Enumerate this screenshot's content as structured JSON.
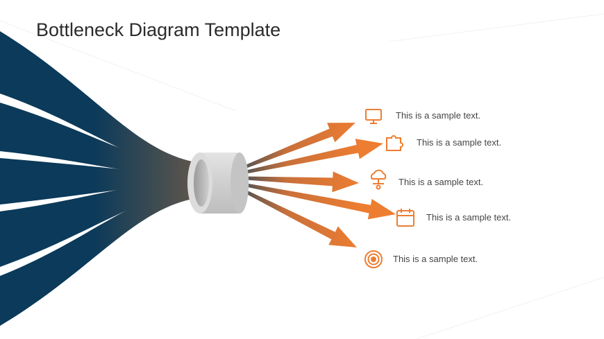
{
  "slide": {
    "title": "Bottleneck Diagram Template",
    "colors": {
      "input_stream": "#0b3a5a",
      "output_arrow": "#ed7d31",
      "funnel_ring": "#d0d0d0",
      "text": "#444444"
    },
    "outputs": [
      {
        "icon": "monitor-icon",
        "text": "This is a sample text."
      },
      {
        "icon": "puzzle-icon",
        "text": "This is a sample text."
      },
      {
        "icon": "cloud-network-icon",
        "text": "This is a sample text."
      },
      {
        "icon": "calendar-icon",
        "text": "This is a sample text."
      },
      {
        "icon": "target-icon",
        "text": "This is a sample text."
      }
    ]
  }
}
